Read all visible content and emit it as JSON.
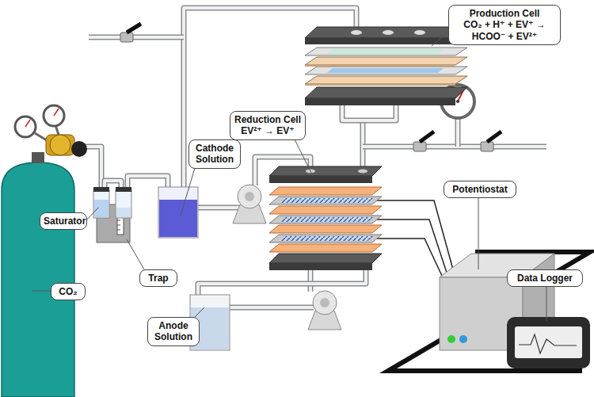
{
  "diagram": {
    "nodes": [
      {
        "text": [
          "Production Cell",
          "CO₂ + H⁺ + EV⁺ → HCOO⁻ + EV²⁺"
        ]
      },
      {
        "text": [
          "Reduction Cell",
          "EV²⁺ → EV⁺"
        ]
      },
      {
        "text": [
          "Cathode Solution"
        ]
      },
      {
        "text": [
          "Saturator"
        ]
      },
      {
        "text": [
          "Trap"
        ]
      },
      {
        "text": [
          "CO₂"
        ]
      },
      {
        "text": [
          "Anode Solution"
        ]
      },
      {
        "text": [
          "Potentiostat"
        ]
      },
      {
        "text": [
          "Data Logger"
        ]
      }
    ]
  }
}
